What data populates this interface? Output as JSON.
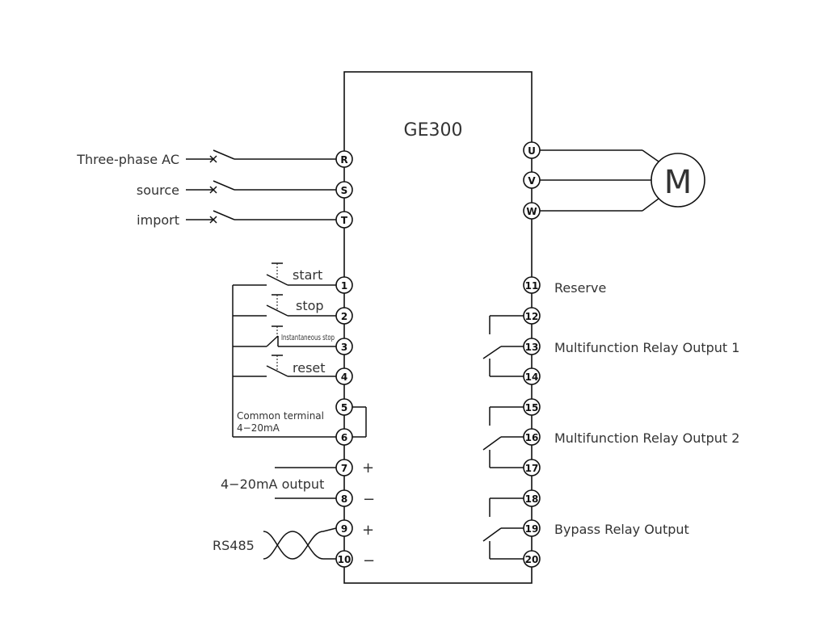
{
  "title": "GE300",
  "motor_label": "M",
  "inputs": {
    "line1": "Three-phase AC",
    "line2": "source",
    "line3": "import"
  },
  "power_terminals": [
    "R",
    "S",
    "T"
  ],
  "output_terminals": [
    "U",
    "V",
    "W"
  ],
  "control_terminals": [
    "1",
    "2",
    "3",
    "4",
    "5",
    "6",
    "7",
    "8",
    "9",
    "10"
  ],
  "relay_terminals": [
    "11",
    "12",
    "13",
    "14",
    "15",
    "16",
    "17",
    "18",
    "19",
    "20"
  ],
  "switches": {
    "start": "start",
    "stop": "stop",
    "instant_stop": "Instantaneous stop",
    "reset": "reset"
  },
  "common_terminal": {
    "line1": "Common terminal",
    "line2": "4−20mA"
  },
  "analog_output": {
    "label": "4−20mA output",
    "plus": "+",
    "minus": "−"
  },
  "rs485": {
    "label": "RS485",
    "plus": "+",
    "minus": "−"
  },
  "right_labels": {
    "reserve": "Reserve",
    "relay1": "Multifunction Relay Output 1",
    "relay2": "Multifunction Relay Output 2",
    "bypass": "Bypass Relay Output"
  }
}
